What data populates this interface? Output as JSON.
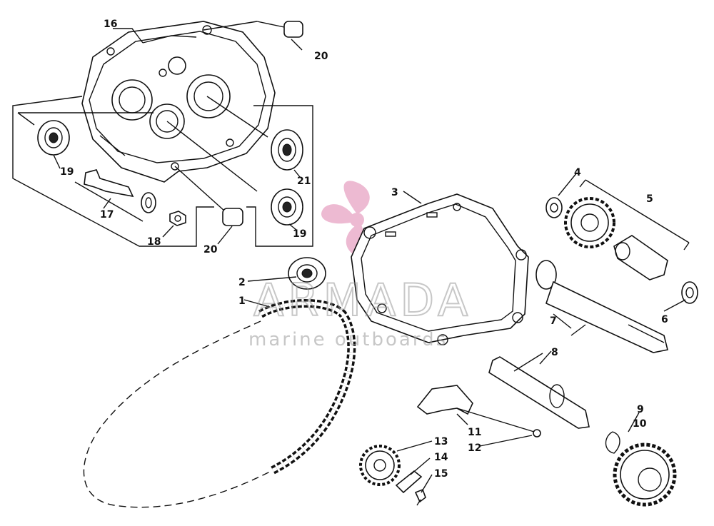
{
  "watermark": {
    "brand": "ARMADA",
    "tagline": "marine outboards",
    "color": "#e8a3c4"
  },
  "callouts": [
    {
      "id": "1"
    },
    {
      "id": "2"
    },
    {
      "id": "3"
    },
    {
      "id": "4"
    },
    {
      "id": "5"
    },
    {
      "id": "6"
    },
    {
      "id": "7"
    },
    {
      "id": "8"
    },
    {
      "id": "9"
    },
    {
      "id": "10"
    },
    {
      "id": "11"
    },
    {
      "id": "12"
    },
    {
      "id": "13"
    },
    {
      "id": "14"
    },
    {
      "id": "15"
    },
    {
      "id": "16"
    },
    {
      "id": "17"
    },
    {
      "id": "18"
    },
    {
      "id": "19"
    },
    {
      "id": "19"
    },
    {
      "id": "20"
    },
    {
      "id": "20"
    },
    {
      "id": "21"
    }
  ]
}
